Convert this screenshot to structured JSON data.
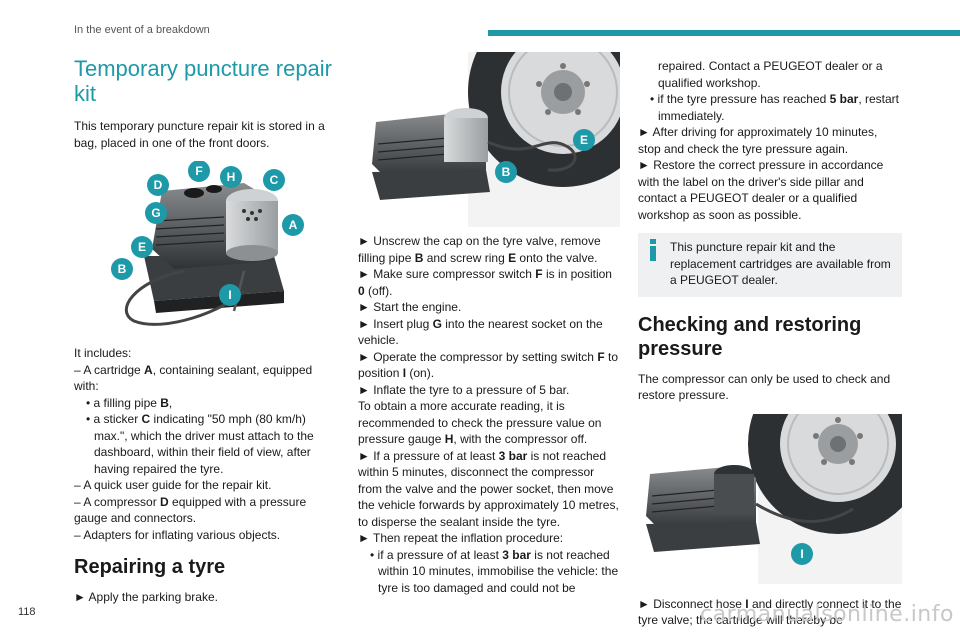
{
  "header": {
    "section": "In the event of a breakdown"
  },
  "footer": {
    "page_number": "118",
    "watermark": "carmanualsonline.info"
  },
  "col1": {
    "title": "Temporary puncture repair kit",
    "intro": "This temporary puncture repair kit is stored in a bag, placed in one of the front doors.",
    "labels": [
      "F",
      "H",
      "C",
      "D",
      "G",
      "A",
      "E",
      "B",
      "I"
    ],
    "includes": "It includes:",
    "item1_pre": "– A cartridge ",
    "item1_b": "A",
    "item1_post": ", containing sealant, equipped with:",
    "sub1_pre": "• a filling pipe ",
    "sub1_b": "B",
    "sub1_post": ",",
    "sub2_pre": "• a sticker ",
    "sub2_b": "C",
    "sub2_post": " indicating  \"50 mph (80 km/h) max.\", which the driver must attach to the dashboard, within their field of view, after having repaired the tyre.",
    "item2": "– A quick user guide for the repair kit.",
    "item3_pre": "– A compressor ",
    "item3_b": "D",
    "item3_post": " equipped with a pressure gauge and connectors.",
    "item4": "– Adapters for inflating various objects.",
    "repair_title": "Repairing a tyre",
    "step1": "► Apply the parking brake."
  },
  "col2": {
    "labels": [
      "E",
      "B"
    ],
    "s1_pre": "► Unscrew the cap on the tyre valve, remove filling pipe ",
    "s1_b1": "B",
    "s1_mid": " and screw ring ",
    "s1_b2": "E",
    "s1_post": " onto the valve.",
    "s2_pre": "► Make sure compressor switch ",
    "s2_b1": "F",
    "s2_mid": " is in position ",
    "s2_b2": "0",
    "s2_post": " (off).",
    "s3": "► Start the engine.",
    "s4_pre": "► Insert plug ",
    "s4_b": "G",
    "s4_post": " into the nearest socket on the vehicle.",
    "s5_pre": "► Operate the compressor by setting switch ",
    "s5_b1": "F",
    "s5_mid": " to position ",
    "s5_b2": "I",
    "s5_post": " (on).",
    "s6": "► Inflate the tyre to a pressure of 5 bar.",
    "s7_pre": "To obtain a more accurate reading, it is recommended to check the pressure value on pressure gauge ",
    "s7_b": "H",
    "s7_post": ", with the compressor off.",
    "s8_pre": "► If a pressure of at least ",
    "s8_b": "3 bar",
    "s8_post": " is not reached within 5 minutes, disconnect the compressor from the valve and the power socket, then move the vehicle forwards by approximately 10 metres, to disperse the sealant inside the tyre.",
    "s9": "► Then repeat the inflation procedure:",
    "s10_pre": "• if a pressure of at least ",
    "s10_b": "3 bar",
    "s10_post": " is not reached within 10 minutes, immobilise the vehicle: the tyre is too damaged and could not be"
  },
  "col3": {
    "t1": "repaired. Contact a PEUGEOT dealer or a qualified workshop.",
    "t2_pre": "• if the tyre pressure has reached ",
    "t2_b": "5 bar",
    "t2_post": ", restart immediately.",
    "t3": "► After driving for approximately 10 minutes, stop and check the tyre pressure again.",
    "t4": "► Restore the correct pressure in accordance with the label on the driver's side pillar and contact a PEUGEOT dealer or a qualified workshop as soon as possible.",
    "info": "This puncture repair kit and the replacement cartridges are available from a PEUGEOT dealer.",
    "check_title": "Checking and restoring pressure",
    "check_intro": "The compressor can only be used to check and restore pressure.",
    "label_i": "I",
    "last_pre": "► Disconnect hose ",
    "last_b": "I",
    "last_post": " and directly connect it to the tyre valve; the cartridge will thereby be"
  }
}
